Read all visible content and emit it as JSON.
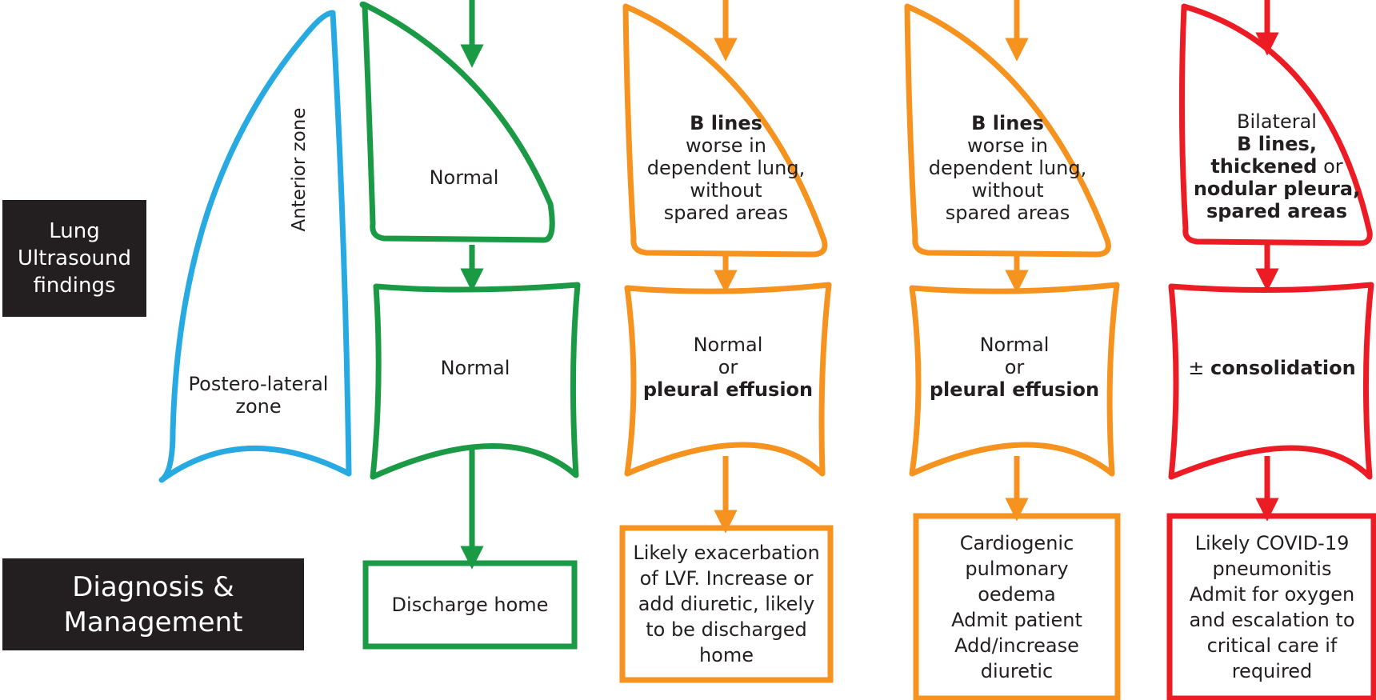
{
  "row_labels": {
    "findings": [
      "Lung",
      "Ultrasound",
      "findings"
    ],
    "diagnosis": [
      "Diagnosis &",
      "Management"
    ]
  },
  "zones": {
    "anterior": "Anterior zone",
    "posterolateral": [
      "Postero-lateral",
      "zone"
    ]
  },
  "columns": [
    {
      "color": "#1a9a45",
      "anterior": [
        {
          "text": "Normal",
          "bold": false
        }
      ],
      "posterior": [
        {
          "text": "Normal",
          "bold": false
        }
      ],
      "diagnosis": [
        "Discharge home"
      ]
    },
    {
      "color": "#f6921e",
      "anterior": [
        {
          "text": "B lines",
          "bold": true
        },
        {
          "text": "worse in",
          "bold": false
        },
        {
          "text": "dependent lung,",
          "bold": false
        },
        {
          "text": "without",
          "bold": false
        },
        {
          "text": "spared areas",
          "bold": false
        }
      ],
      "posterior": [
        {
          "text": "Normal",
          "bold": false
        },
        {
          "text": "or",
          "bold": false
        },
        {
          "text": "pleural effusion",
          "bold": true
        }
      ],
      "diagnosis": [
        "Likely exacerbation",
        "of LVF. Increase or",
        "add diuretic, likely",
        "to be discharged",
        "home"
      ]
    },
    {
      "color": "#f6921e",
      "anterior": [
        {
          "text": "B lines",
          "bold": true
        },
        {
          "text": "worse in",
          "bold": false
        },
        {
          "text": "dependent lung,",
          "bold": false
        },
        {
          "text": "without",
          "bold": false
        },
        {
          "text": "spared areas",
          "bold": false
        }
      ],
      "posterior": [
        {
          "text": "Normal",
          "bold": false
        },
        {
          "text": "or",
          "bold": false
        },
        {
          "text": "pleural effusion",
          "bold": true
        }
      ],
      "diagnosis": [
        "Cardiogenic",
        "pulmonary",
        "oedema",
        "Admit patient",
        "Add/increase",
        "diuretic"
      ]
    },
    {
      "color": "#ed1c24",
      "anterior": [
        [
          {
            "text": "Bilateral",
            "bold": false
          }
        ],
        [
          {
            "text": "B lines,",
            "bold": true
          }
        ],
        [
          {
            "text": "thickened",
            "bold": true
          },
          {
            "text": " or",
            "bold": false
          }
        ],
        [
          {
            "text": "nodular pleura,",
            "bold": true
          }
        ],
        [
          {
            "text": "spared areas",
            "bold": true
          }
        ]
      ],
      "posterior": [
        [
          {
            "text": "± ",
            "bold": false
          },
          {
            "text": "consolidation",
            "bold": true
          }
        ]
      ],
      "diagnosis": [
        "Likely COVID-19",
        "pneumonitis",
        "Admit for oxygen",
        "and escalation to",
        "critical care if",
        "required"
      ]
    }
  ],
  "colors": {
    "blue": "#27aae1",
    "green": "#1a9a45",
    "orange": "#f6921e",
    "red": "#ed1c24",
    "dark": "#231f20"
  }
}
